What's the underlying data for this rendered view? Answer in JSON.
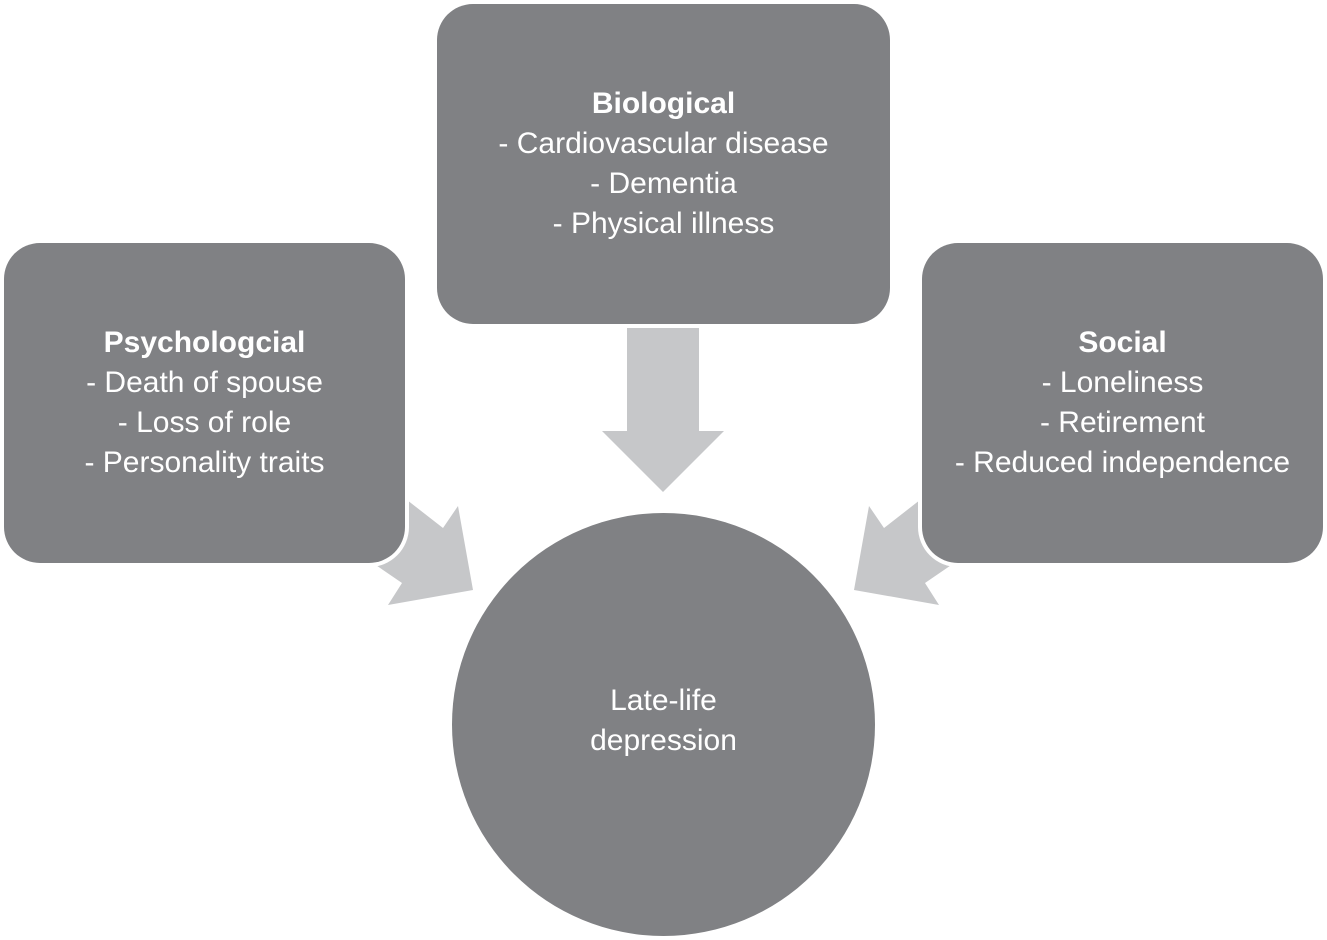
{
  "colors": {
    "box_fill": "#808184",
    "arrow_fill": "#c6c7c9",
    "text": "#ffffff",
    "background": "#ffffff"
  },
  "boxes": {
    "biological": {
      "title": "Biological",
      "items": [
        "- Cardiovascular disease",
        "- Dementia",
        "- Physical illness"
      ]
    },
    "psychological": {
      "title": "Psychologcial",
      "items": [
        "- Death of spouse",
        "- Loss of role",
        "- Personality traits"
      ]
    },
    "social": {
      "title": "Social",
      "items": [
        "- Loneliness",
        "- Retirement",
        "- Reduced independence"
      ]
    }
  },
  "center": {
    "lines": [
      "Late-life",
      "depression"
    ]
  },
  "arrows": [
    {
      "from": "biological",
      "to": "center",
      "icon": "arrow-down-icon"
    },
    {
      "from": "psychological",
      "to": "center",
      "icon": "arrow-down-right-icon"
    },
    {
      "from": "social",
      "to": "center",
      "icon": "arrow-down-left-icon"
    }
  ]
}
